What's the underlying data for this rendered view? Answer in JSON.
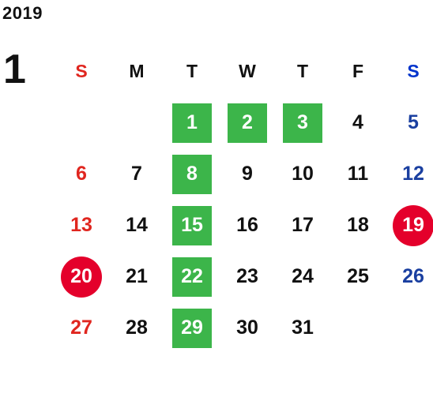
{
  "calendar": {
    "year": "2019",
    "month": "1",
    "weekdays": [
      "S",
      "M",
      "T",
      "W",
      "T",
      "F",
      "S"
    ],
    "colors": {
      "sunday": "#e0261f",
      "saturday": "#1a3fa0",
      "highlight_green": "#3cb54a",
      "highlight_red": "#e4002b"
    },
    "weeks": [
      [
        {
          "day": "",
          "style": "sun"
        },
        {
          "day": "",
          "style": "wkd"
        },
        {
          "day": "1",
          "style": "green"
        },
        {
          "day": "2",
          "style": "green"
        },
        {
          "day": "3",
          "style": "green"
        },
        {
          "day": "4",
          "style": "wkd"
        },
        {
          "day": "5",
          "style": "sat"
        }
      ],
      [
        {
          "day": "6",
          "style": "sun"
        },
        {
          "day": "7",
          "style": "wkd"
        },
        {
          "day": "8",
          "style": "green"
        },
        {
          "day": "9",
          "style": "wkd"
        },
        {
          "day": "10",
          "style": "wkd"
        },
        {
          "day": "11",
          "style": "wkd"
        },
        {
          "day": "12",
          "style": "sat"
        }
      ],
      [
        {
          "day": "13",
          "style": "sun"
        },
        {
          "day": "14",
          "style": "wkd"
        },
        {
          "day": "15",
          "style": "green"
        },
        {
          "day": "16",
          "style": "wkd"
        },
        {
          "day": "17",
          "style": "wkd"
        },
        {
          "day": "18",
          "style": "wkd"
        },
        {
          "day": "19",
          "style": "red"
        }
      ],
      [
        {
          "day": "20",
          "style": "red"
        },
        {
          "day": "21",
          "style": "wkd"
        },
        {
          "day": "22",
          "style": "green"
        },
        {
          "day": "23",
          "style": "wkd"
        },
        {
          "day": "24",
          "style": "wkd"
        },
        {
          "day": "25",
          "style": "wkd"
        },
        {
          "day": "26",
          "style": "sat"
        }
      ],
      [
        {
          "day": "27",
          "style": "sun"
        },
        {
          "day": "28",
          "style": "wkd"
        },
        {
          "day": "29",
          "style": "green"
        },
        {
          "day": "30",
          "style": "wkd"
        },
        {
          "day": "31",
          "style": "wkd"
        },
        {
          "day": "",
          "style": "wkd"
        },
        {
          "day": "",
          "style": "sat"
        }
      ]
    ]
  }
}
